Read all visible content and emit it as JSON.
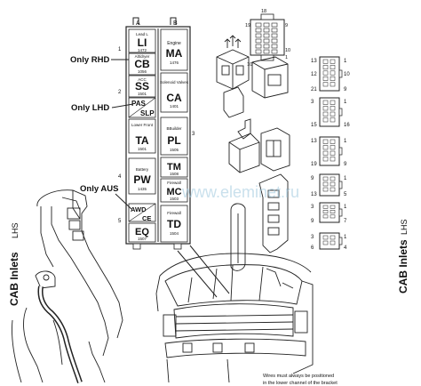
{
  "fuse_box": {
    "top_letters": [
      "A",
      "B"
    ],
    "row_numbers": [
      "1",
      "2",
      "3",
      "4",
      "5"
    ],
    "left_column": [
      {
        "sub": "Lead L",
        "code": "LI",
        "num": "1472"
      },
      {
        "sub": "Alt/dryer",
        "code": "CB",
        "num": "1056"
      },
      {
        "sub": "ACC",
        "code": "SS",
        "num": "1501"
      },
      {
        "sub": "",
        "code": "PAS",
        "num": ""
      },
      {
        "sub": "",
        "code": "SLP",
        "num": ""
      },
      {
        "sub": "Lower Front",
        "code": "TA",
        "num": "1501"
      },
      {
        "sub": "Battery",
        "code": "PW",
        "num": "1435"
      },
      {
        "sub": "",
        "code": "AWD",
        "num": ""
      },
      {
        "sub": "",
        "code": "CE",
        "num": ""
      },
      {
        "sub": "",
        "code": "EQ",
        "num": "1507"
      }
    ],
    "right_column": [
      {
        "sub": "Engine",
        "code": "MA",
        "num": "1476"
      },
      {
        "sub": "Solenoid Valves",
        "code": "CA",
        "num": "1401"
      },
      {
        "sub": "BBuilder",
        "code": "PL",
        "num": "1505"
      },
      {
        "sub": "",
        "code": "TM",
        "num": "1508"
      },
      {
        "sub": "Firewall",
        "code": "MC",
        "num": "1503"
      },
      {
        "sub": "Firewall",
        "code": "TD",
        "num": "1504"
      }
    ]
  },
  "callouts": {
    "rhd": "Only RHD",
    "lhd": "Only LHD",
    "aus": "Only AUS"
  },
  "side_labels": {
    "left_main": "CAB Inlets",
    "left_sub": "LHS",
    "right_main": "CAB Inlets",
    "right_sub": "LHS"
  },
  "connector_top": {
    "pins": [
      "18",
      "9",
      "10",
      "1",
      "19",
      "10"
    ]
  },
  "connector_list": [
    {
      "top_left": "13",
      "top_right": "1",
      "bot_left": "21",
      "bot_right": "9",
      "mid_left": "12",
      "mid_right": "10"
    },
    {
      "top_left": "3",
      "top_right": "1",
      "bot_left": "15",
      "bot_right": "16",
      "mid_left": "",
      "mid_right": ""
    },
    {
      "top_left": "13",
      "top_right": "1",
      "bot_left": "19",
      "bot_right": "9",
      "mid_left": "",
      "mid_right": ""
    },
    {
      "top_left": "9",
      "top_right": "1",
      "bot_left": "13",
      "bot_right": "5",
      "mid_left": "",
      "mid_right": ""
    },
    {
      "top_left": "3",
      "top_right": "1",
      "bot_left": "9",
      "bot_right": "7",
      "mid_left": "",
      "mid_right": ""
    },
    {
      "top_left": "3",
      "top_right": "1",
      "bot_left": "6",
      "bot_right": "4",
      "mid_left": "",
      "mid_right": ""
    }
  ],
  "note": {
    "line1": "Wires must always be positioned",
    "line2": "in the lower channel of the bracket"
  },
  "watermark": "www.eleminet.ru"
}
